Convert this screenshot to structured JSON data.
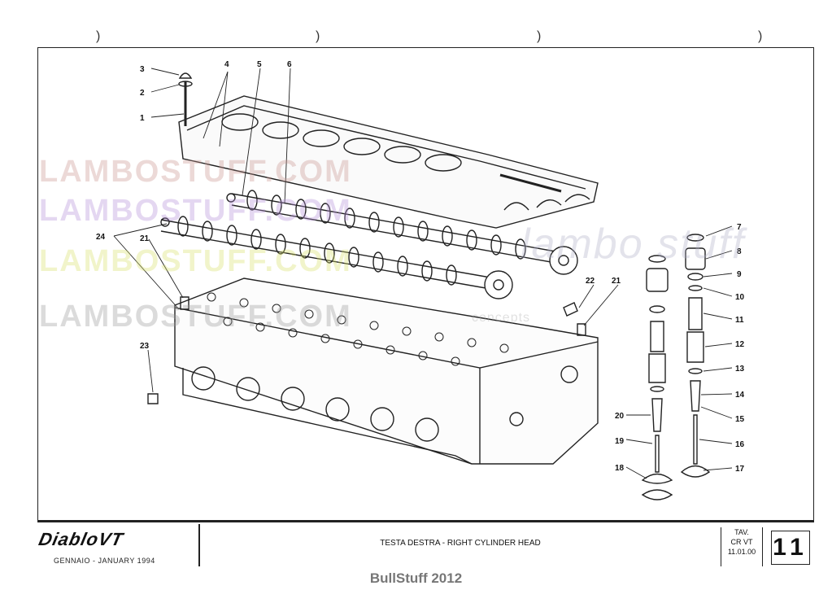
{
  "sheet": {
    "title": "TESTA DESTRA - RIGHT CYLINDER HEAD",
    "brand": "DiabloVT",
    "date": "GENNAIO - JANUARY 1994",
    "tav_lines": [
      "TAV.",
      "CR VT",
      "11.01.00"
    ],
    "table_number": "11"
  },
  "watermarks": [
    "LAMBOSTUFF.COM",
    "LAMBOSTUFF.COM",
    "LAMBOSTUFF.COM",
    "LAMBOSTUFF.COM",
    "lambo stuff",
    "concepts"
  ],
  "callouts": [
    "1",
    "2",
    "3",
    "4",
    "5",
    "6",
    "7",
    "8",
    "9",
    "10",
    "11",
    "12",
    "13",
    "14",
    "15",
    "16",
    "17",
    "18",
    "19",
    "20",
    "21",
    "21",
    "22",
    "23",
    "24"
  ],
  "footer_credit": "BullStuff 2012",
  "colors": {
    "line": "#222222",
    "watermark_pink": "#c9958f",
    "watermark_purple": "#b48fd8",
    "watermark_yellow": "#d8e06a",
    "watermark_grey": "#9a9a9a"
  }
}
